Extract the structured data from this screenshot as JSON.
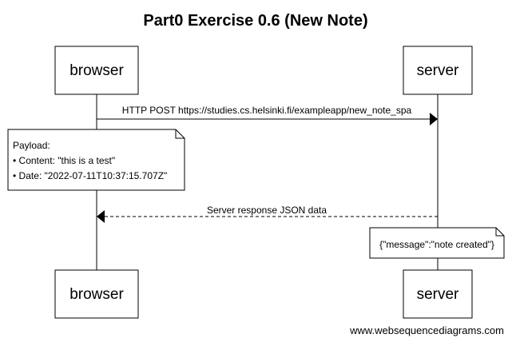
{
  "title": "Part0 Exercise 0.6 (New Note)",
  "participants": {
    "browser": "browser",
    "server": "server"
  },
  "messages": [
    {
      "from": "browser",
      "to": "server",
      "label": "HTTP POST https://studies.cs.helsinki.fi/exampleapp/new_note_spa",
      "style": "solid"
    },
    {
      "from": "server",
      "to": "browser",
      "label": "Server response JSON data",
      "style": "dashed"
    }
  ],
  "notes": {
    "payload": {
      "lines": [
        "Payload:",
        "• Content: \"this is a test\"",
        "• Date: \"2022-07-11T10:37:15.707Z\""
      ]
    },
    "server_response": {
      "lines": [
        "{\"message\":\"note created\"}"
      ]
    }
  },
  "footer": "www.websequencediagrams.com",
  "colors": {
    "line": "#000000",
    "background": "#ffffff"
  }
}
